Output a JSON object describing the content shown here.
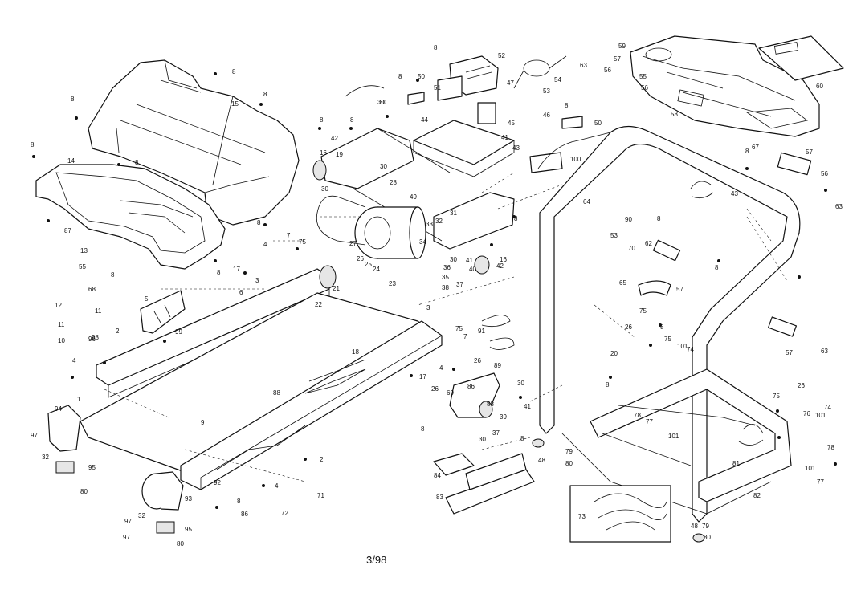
{
  "page_number": "3/98",
  "parts": [
    {
      "n": "8"
    },
    {
      "n": "8"
    },
    {
      "n": "8"
    },
    {
      "n": "8"
    },
    {
      "n": "8"
    },
    {
      "n": "15"
    },
    {
      "n": "14"
    },
    {
      "n": "8"
    },
    {
      "n": "8"
    },
    {
      "n": "8"
    },
    {
      "n": "87"
    },
    {
      "n": "13"
    },
    {
      "n": "55"
    },
    {
      "n": "12"
    },
    {
      "n": "11"
    },
    {
      "n": "10"
    },
    {
      "n": "68"
    },
    {
      "n": "8"
    },
    {
      "n": "11"
    },
    {
      "n": "5"
    },
    {
      "n": "98"
    },
    {
      "n": "2"
    },
    {
      "n": "4"
    },
    {
      "n": "99"
    },
    {
      "n": "6"
    },
    {
      "n": "17"
    },
    {
      "n": "3"
    },
    {
      "n": "4"
    },
    {
      "n": "7"
    },
    {
      "n": "75"
    },
    {
      "n": "21"
    },
    {
      "n": "22"
    },
    {
      "n": "3"
    },
    {
      "n": "18"
    },
    {
      "n": "94"
    },
    {
      "n": "97"
    },
    {
      "n": "32"
    },
    {
      "n": "95"
    },
    {
      "n": "80"
    },
    {
      "n": "1"
    },
    {
      "n": "88"
    },
    {
      "n": "9"
    },
    {
      "n": "2"
    },
    {
      "n": "92"
    },
    {
      "n": "4"
    },
    {
      "n": "93"
    },
    {
      "n": "97"
    },
    {
      "n": "32"
    },
    {
      "n": "97"
    },
    {
      "n": "95"
    },
    {
      "n": "80"
    },
    {
      "n": "8"
    },
    {
      "n": "86"
    },
    {
      "n": "71"
    },
    {
      "n": "72"
    },
    {
      "n": "96"
    },
    {
      "n": "8"
    },
    {
      "n": "42"
    },
    {
      "n": "16"
    },
    {
      "n": "19"
    },
    {
      "n": "30"
    },
    {
      "n": "30"
    },
    {
      "n": "28"
    },
    {
      "n": "30"
    },
    {
      "n": "49"
    },
    {
      "n": "27"
    },
    {
      "n": "26"
    },
    {
      "n": "25"
    },
    {
      "n": "24"
    },
    {
      "n": "23"
    },
    {
      "n": "33"
    },
    {
      "n": "34"
    },
    {
      "n": "32"
    },
    {
      "n": "31"
    },
    {
      "n": "30"
    },
    {
      "n": "36"
    },
    {
      "n": "35"
    },
    {
      "n": "38"
    },
    {
      "n": "37"
    },
    {
      "n": "41"
    },
    {
      "n": "40"
    },
    {
      "n": "8"
    },
    {
      "n": "42"
    },
    {
      "n": "16"
    },
    {
      "n": "30"
    },
    {
      "n": "8"
    },
    {
      "n": "50"
    },
    {
      "n": "51"
    },
    {
      "n": "44"
    },
    {
      "n": "8"
    },
    {
      "n": "52"
    },
    {
      "n": "47"
    },
    {
      "n": "54"
    },
    {
      "n": "53"
    },
    {
      "n": "46"
    },
    {
      "n": "45"
    },
    {
      "n": "41"
    },
    {
      "n": "43"
    },
    {
      "n": "8"
    },
    {
      "n": "50"
    },
    {
      "n": "100"
    },
    {
      "n": "91"
    },
    {
      "n": "75"
    },
    {
      "n": "7"
    },
    {
      "n": "17"
    },
    {
      "n": "4"
    },
    {
      "n": "26"
    },
    {
      "n": "89"
    },
    {
      "n": "30"
    },
    {
      "n": "26"
    },
    {
      "n": "69"
    },
    {
      "n": "86"
    },
    {
      "n": "41"
    },
    {
      "n": "88"
    },
    {
      "n": "39"
    },
    {
      "n": "37"
    },
    {
      "n": "30"
    },
    {
      "n": "8"
    },
    {
      "n": "84"
    },
    {
      "n": "83"
    },
    {
      "n": "8"
    },
    {
      "n": "48"
    },
    {
      "n": "79"
    },
    {
      "n": "80"
    },
    {
      "n": "59"
    },
    {
      "n": "57"
    },
    {
      "n": "58"
    },
    {
      "n": "56"
    },
    {
      "n": "63"
    },
    {
      "n": "55"
    },
    {
      "n": "56"
    },
    {
      "n": "60"
    },
    {
      "n": "67"
    },
    {
      "n": "8"
    },
    {
      "n": "57"
    },
    {
      "n": "56"
    },
    {
      "n": "63"
    },
    {
      "n": "43"
    },
    {
      "n": "64"
    },
    {
      "n": "90"
    },
    {
      "n": "8"
    },
    {
      "n": "53"
    },
    {
      "n": "62"
    },
    {
      "n": "70"
    },
    {
      "n": "57"
    },
    {
      "n": "8"
    },
    {
      "n": "65"
    },
    {
      "n": "75"
    },
    {
      "n": "26"
    },
    {
      "n": "8"
    },
    {
      "n": "75"
    },
    {
      "n": "101"
    },
    {
      "n": "74"
    },
    {
      "n": "20"
    },
    {
      "n": "8"
    },
    {
      "n": "57"
    },
    {
      "n": "63"
    },
    {
      "n": "78"
    },
    {
      "n": "77"
    },
    {
      "n": "101"
    },
    {
      "n": "75"
    },
    {
      "n": "26"
    },
    {
      "n": "76"
    },
    {
      "n": "101"
    },
    {
      "n": "74"
    },
    {
      "n": "81"
    },
    {
      "n": "78"
    },
    {
      "n": "101"
    },
    {
      "n": "77"
    },
    {
      "n": "82"
    },
    {
      "n": "73"
    },
    {
      "n": "48"
    },
    {
      "n": "79"
    },
    {
      "n": "80"
    }
  ]
}
